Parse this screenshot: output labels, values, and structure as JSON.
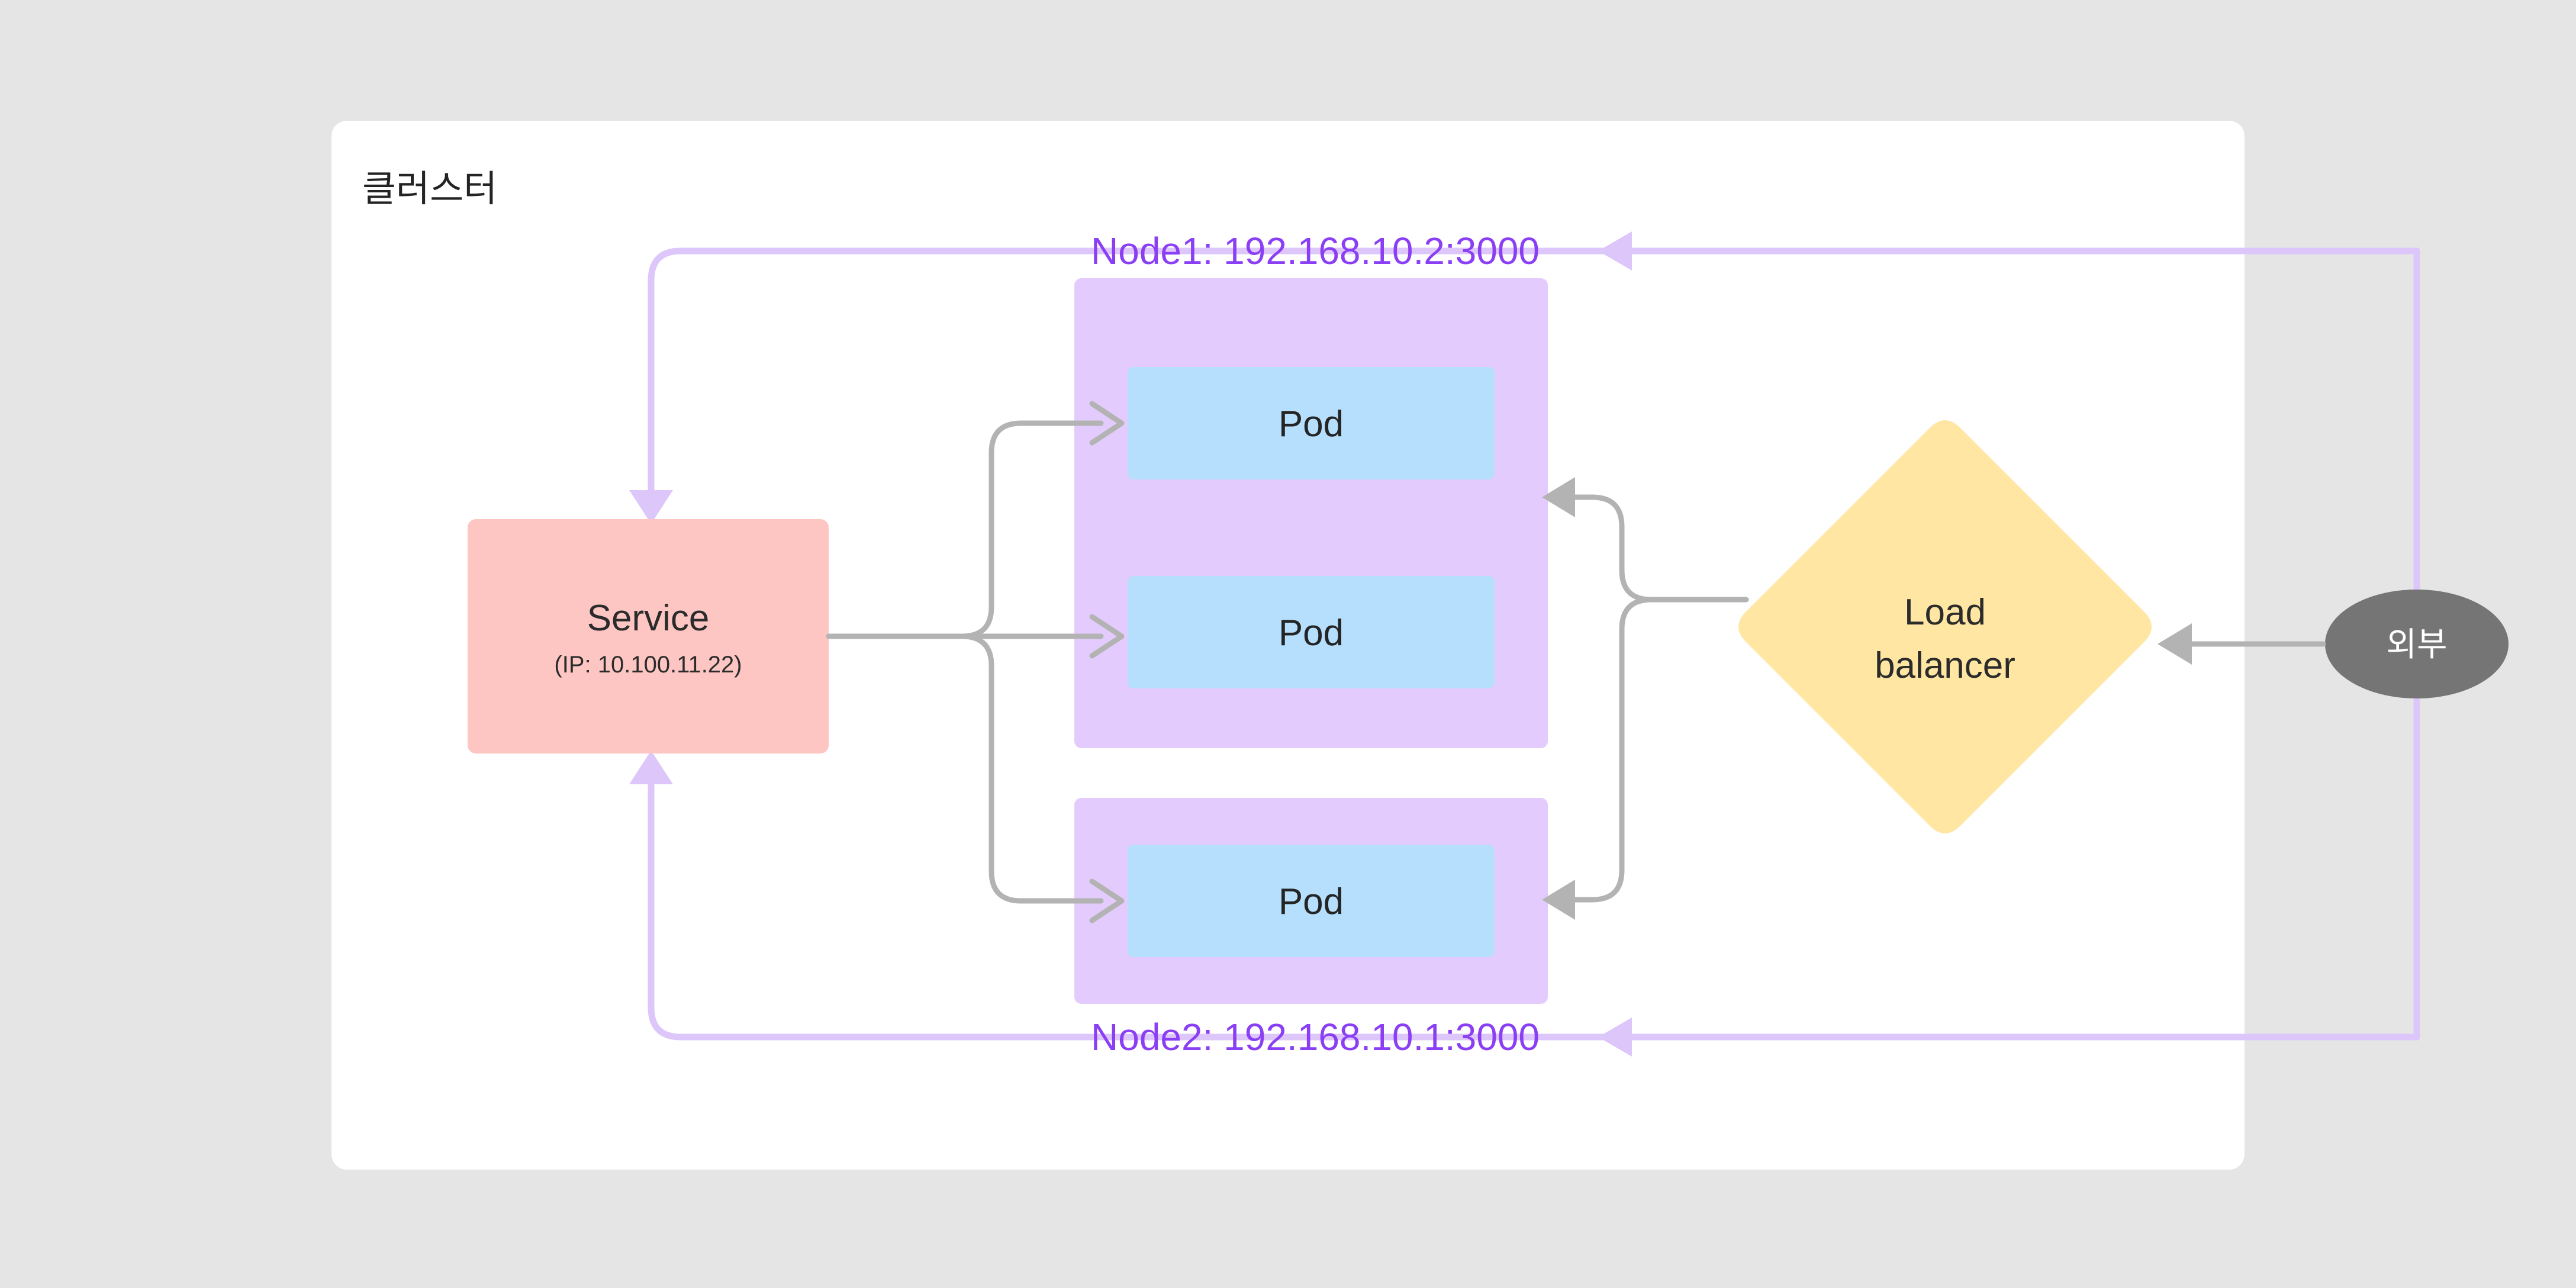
{
  "canvas": {
    "background_color": "#e5e5e5",
    "card_color": "#ffffff"
  },
  "diagram": {
    "type": "kubernetes-service-load-balancer-topology",
    "cluster": {
      "label": "클러스터"
    },
    "service": {
      "title": "Service",
      "ip_label": "(IP: 10.100.11.22)",
      "color": "#fdc6c3"
    },
    "nodes": [
      {
        "label": "Node1: 192.168.10.2:3000",
        "name": "Node1",
        "address": "192.168.10.2:3000",
        "color": "#e3ccfd",
        "pods": [
          {
            "label": "Pod",
            "color": "#b5dffc"
          },
          {
            "label": "Pod",
            "color": "#b5dffc"
          }
        ]
      },
      {
        "label": "Node2: 192.168.10.1:3000",
        "name": "Node2",
        "address": "192.168.10.1:3000",
        "color": "#e3ccfd",
        "pods": [
          {
            "label": "Pod",
            "color": "#b5dffc"
          }
        ]
      }
    ],
    "load_balancer": {
      "line1": "Load",
      "line2": "balancer",
      "color": "#ffe6a3"
    },
    "external": {
      "label": "외부",
      "color": "#757575",
      "text_color": "#ffffff"
    },
    "edges": {
      "gray_color": "#b3b3b3",
      "purple_color": "#ddc6fa",
      "node_label_color": "#8b3ff5"
    }
  }
}
